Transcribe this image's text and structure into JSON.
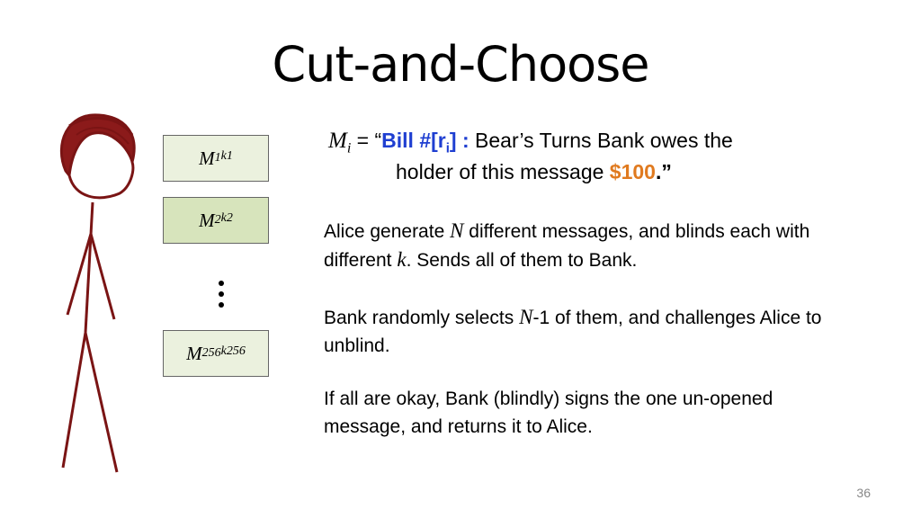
{
  "title": "Cut-and-Choose",
  "messages": [
    {
      "base": "M",
      "sub": "1",
      "sup": "k1"
    },
    {
      "base": "M",
      "sub": "2",
      "sup": "k2"
    },
    {
      "base": "M",
      "sub": "256",
      "sup": "k256"
    }
  ],
  "definition": {
    "var": "M",
    "var_sub": "i",
    "eq_open": " = “",
    "bill_prefix": "Bill #[r",
    "bill_sub": "i",
    "bill_suffix": "] :",
    "text1": " Bear’s Turns Bank owes the",
    "text2": "holder of this message ",
    "amount": "$100",
    "close": ".”"
  },
  "paragraphs": {
    "p1_a": "Alice generate ",
    "p1_n": "N",
    "p1_b": " different messages, and blinds each with different ",
    "p1_k": "k",
    "p1_c": ".  Sends all of them to Bank.",
    "p2_a": "Bank randomly selects ",
    "p2_n": "N",
    "p2_b": "-1 of them, and challenges Alice to unblind.",
    "p3": "If all are okay, Bank (blindly) signs the one un-opened message, and returns it to Alice."
  },
  "slide_number": "36"
}
